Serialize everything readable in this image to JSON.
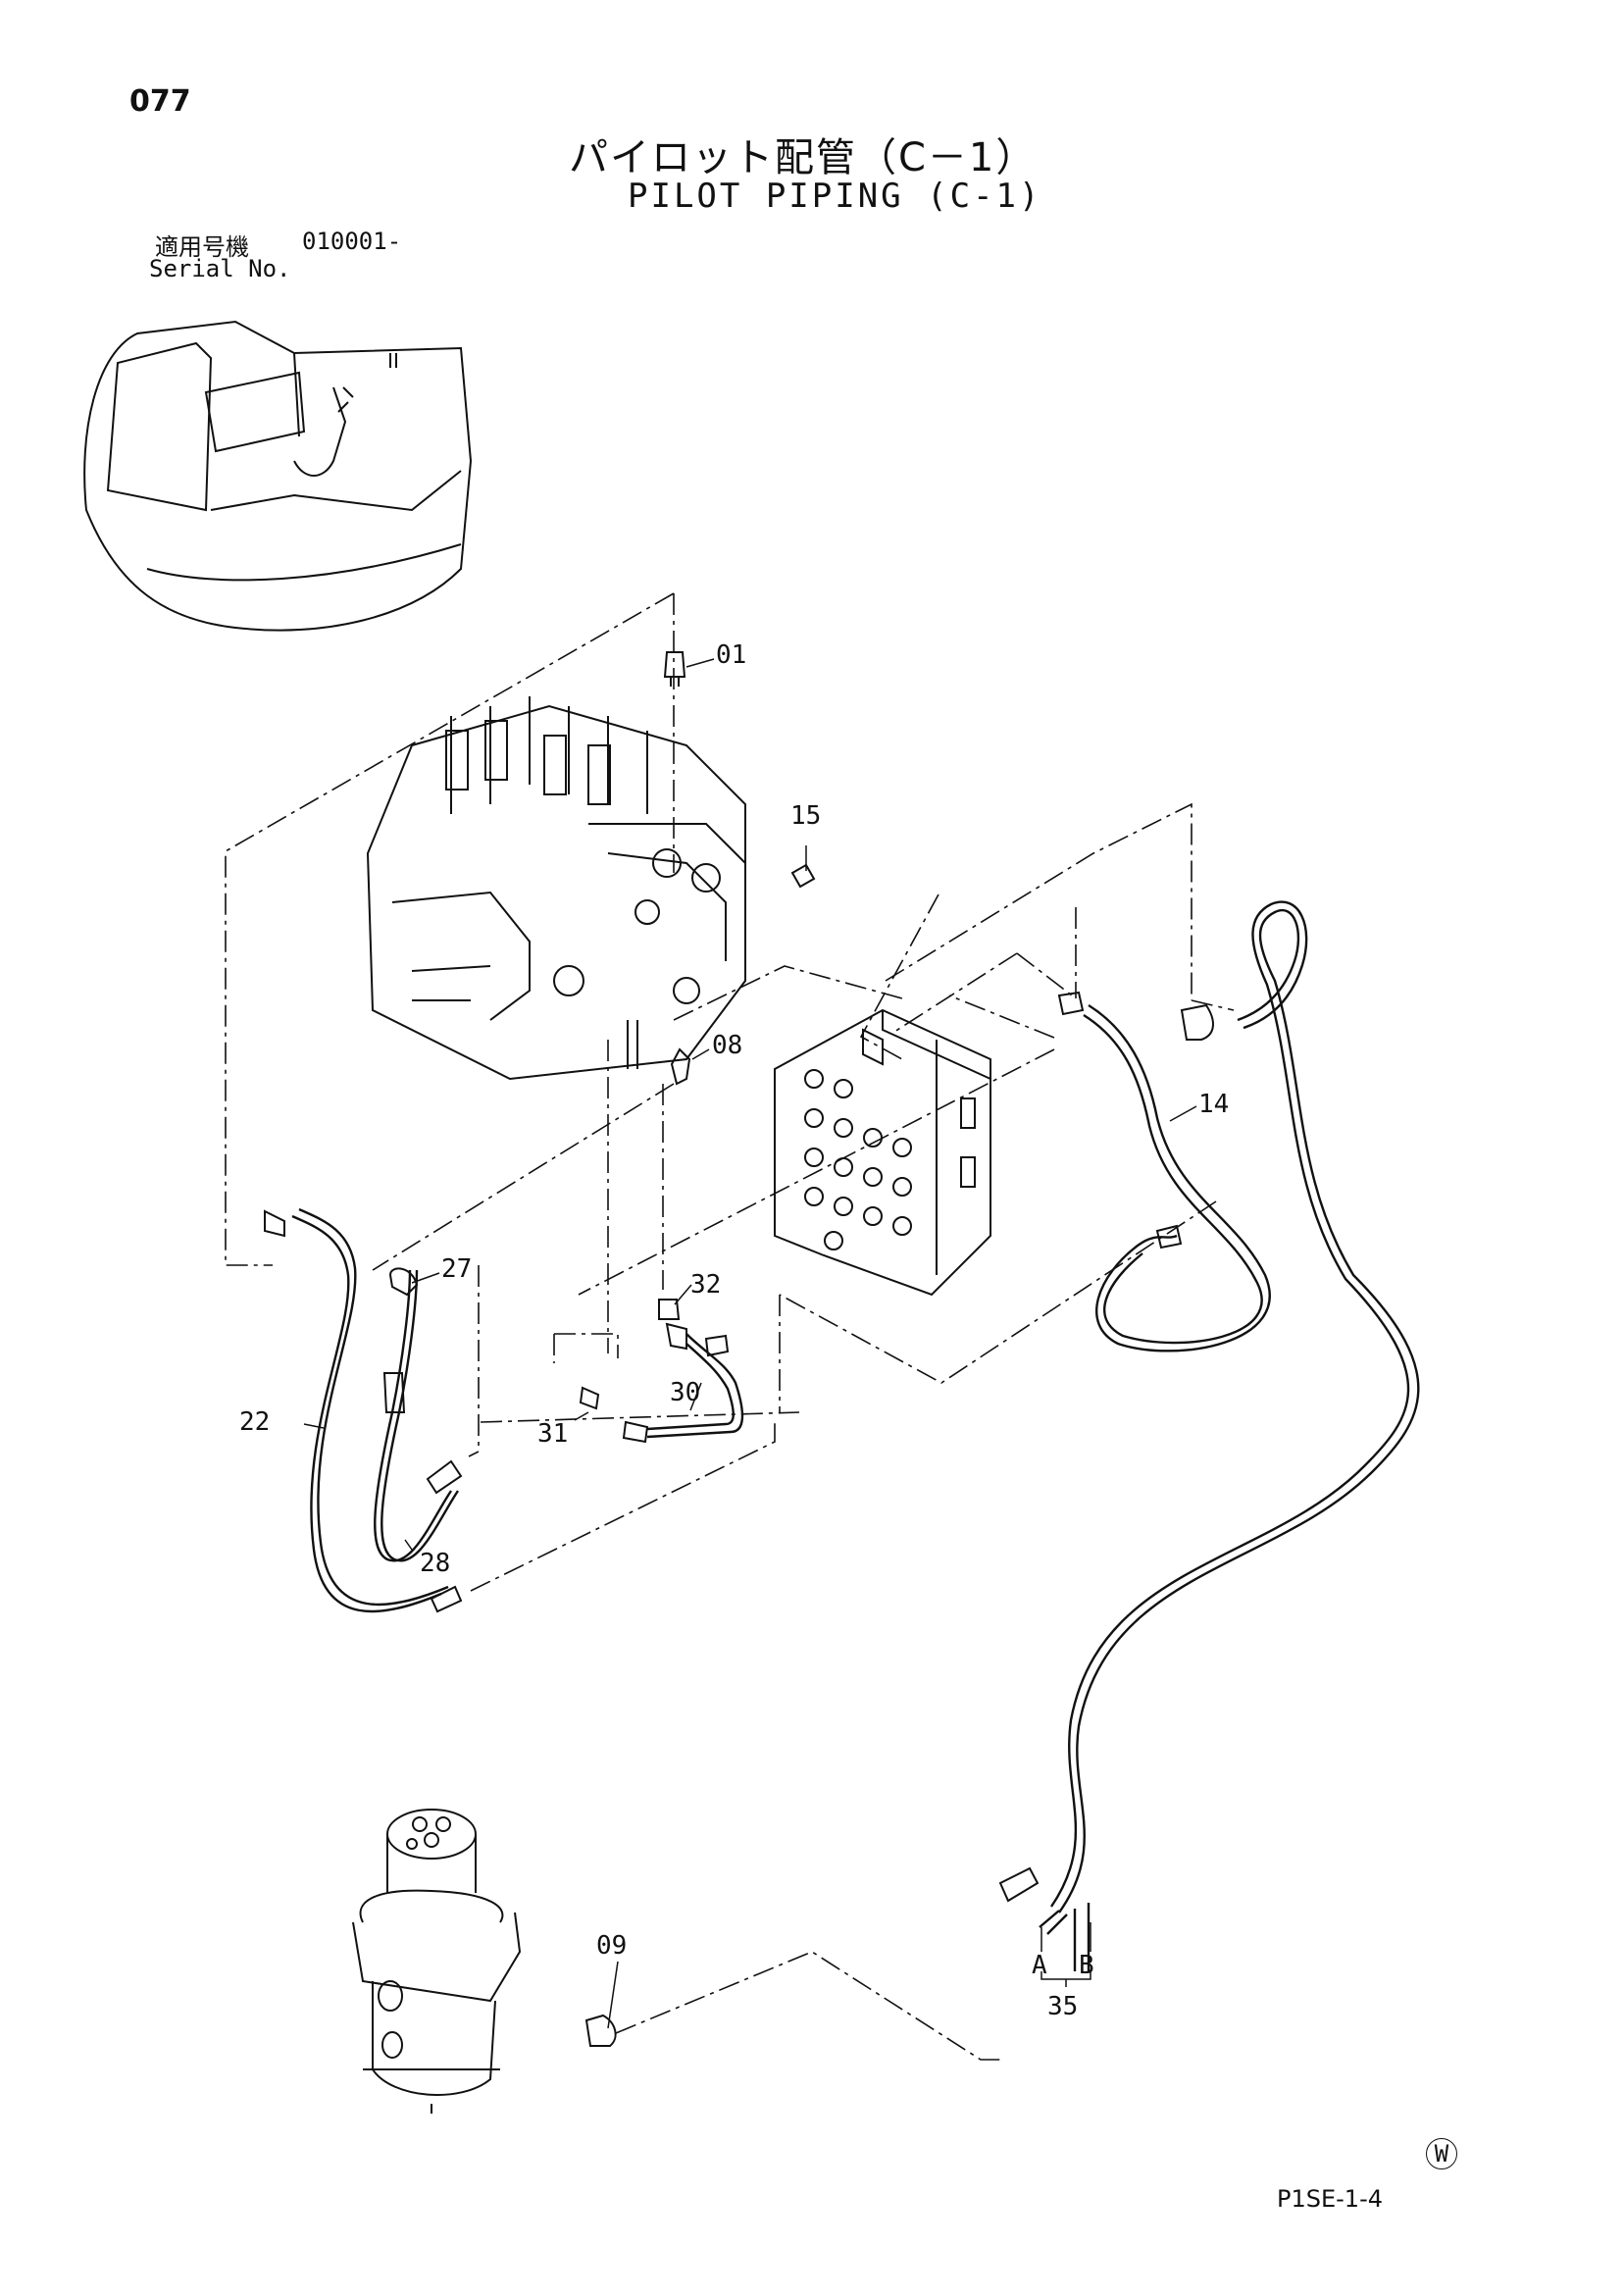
{
  "header": {
    "page_number": "077",
    "title_jp": "パイロット配管（C－1）",
    "title_en": "PILOT PIPING (C-1)",
    "serial_label_jp": "適用号機",
    "serial_value": "010001-",
    "serial_label_en": "Serial No."
  },
  "part_labels": [
    {
      "id": "01"
    },
    {
      "id": "15"
    },
    {
      "id": "08"
    },
    {
      "id": "14"
    },
    {
      "id": "27"
    },
    {
      "id": "32"
    },
    {
      "id": "22"
    },
    {
      "id": "30"
    },
    {
      "id": "31"
    },
    {
      "id": "28"
    },
    {
      "id": "09"
    },
    {
      "id": "A"
    },
    {
      "id": "B"
    },
    {
      "id": "35"
    }
  ],
  "footer": {
    "mark": "W",
    "drawing_code": "P1SE-1-4"
  }
}
